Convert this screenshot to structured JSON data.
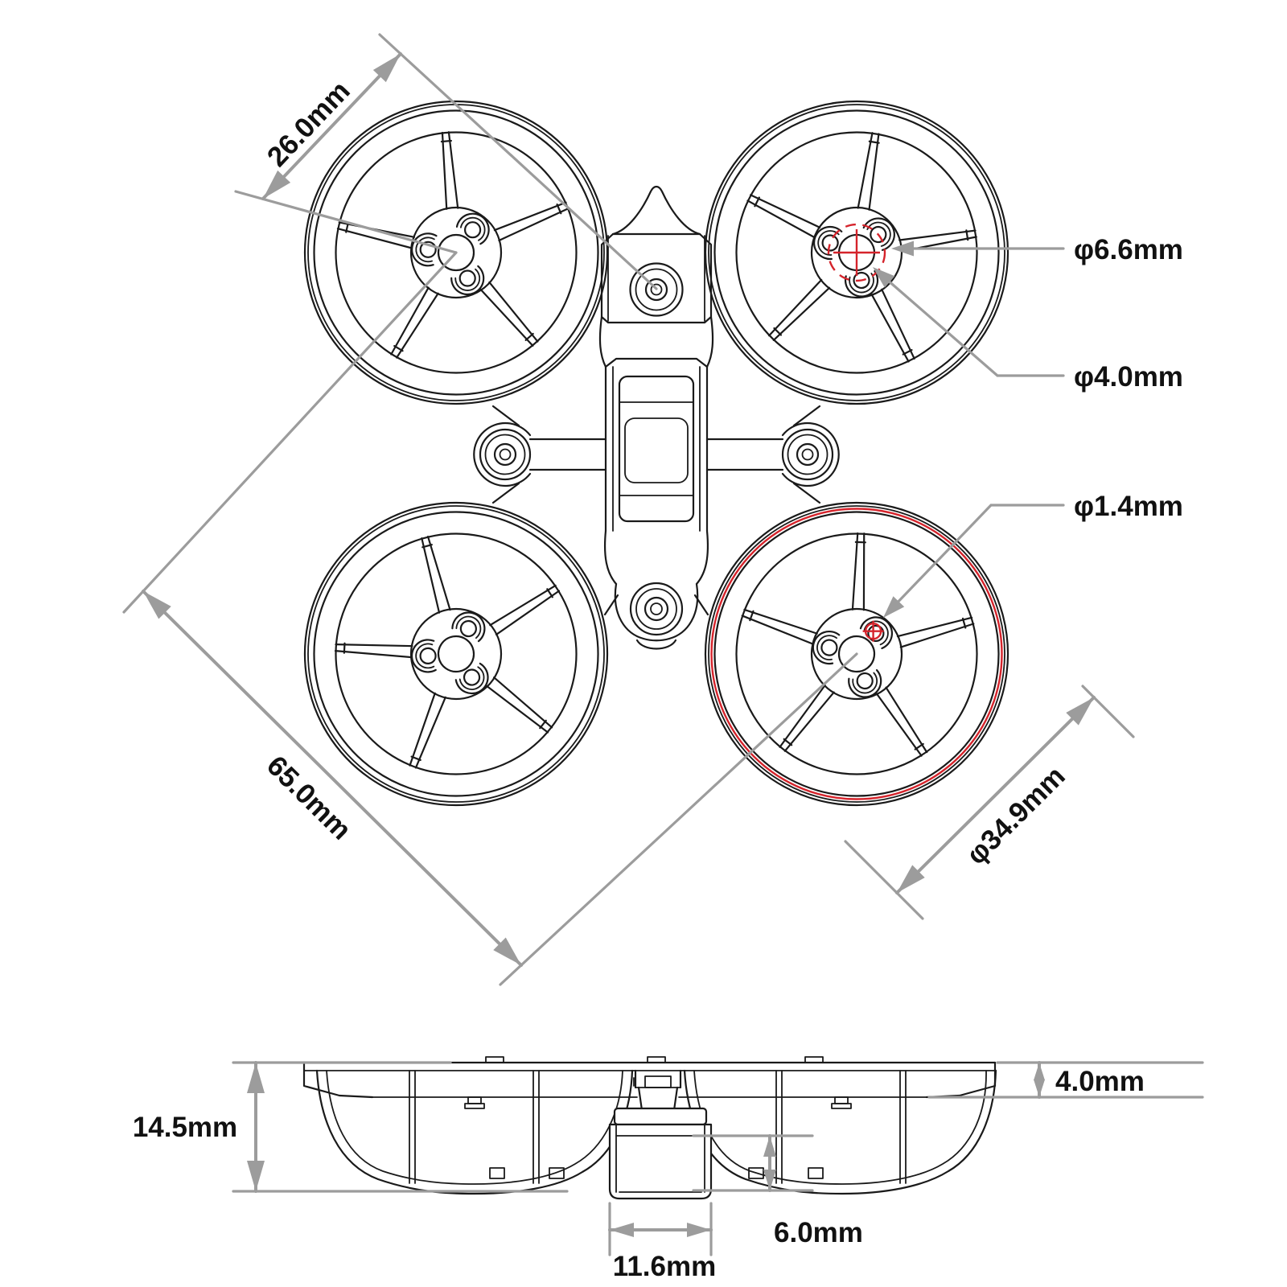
{
  "colors": {
    "ink": "#1a1a1a",
    "dimension": "#9c9c9c",
    "highlight": "#d5232b",
    "background": "#ffffff"
  },
  "top_view": {
    "dims": {
      "d26": "26.0mm",
      "d65": "65.0mm",
      "d349": "φ34.9mm",
      "d66": "φ6.6mm",
      "d40": "φ4.0mm",
      "d14": "φ1.4mm"
    }
  },
  "side_view": {
    "dims": {
      "d145": "14.5mm",
      "d40": "4.0mm",
      "d60": "6.0mm",
      "d116": "11.6mm"
    }
  }
}
